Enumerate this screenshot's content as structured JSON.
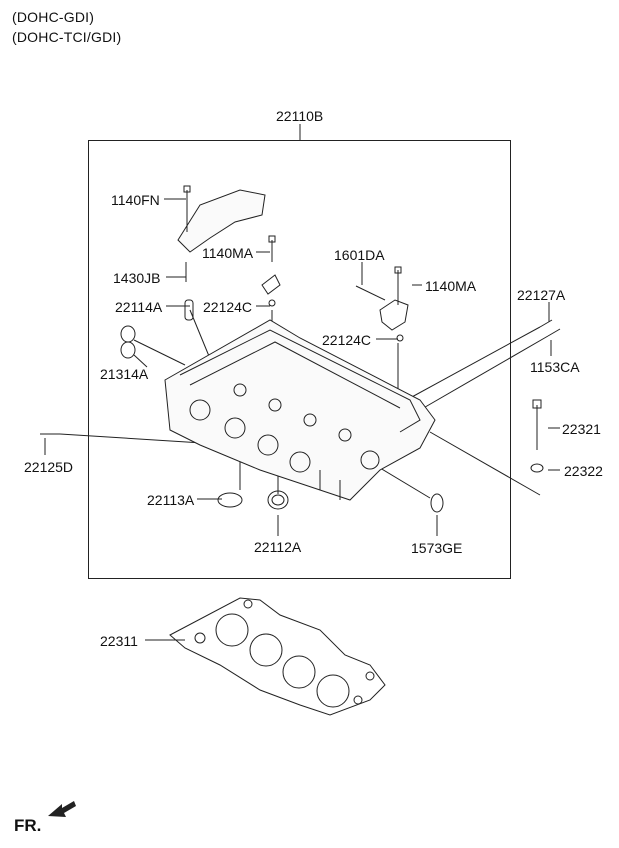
{
  "header": {
    "variants": [
      "(DOHC-GDI)",
      "(DOHC-TCI/GDI)"
    ]
  },
  "assembly_label": "22110B",
  "parts": {
    "p1140FN": "1140FN",
    "p1140MA_left": "1140MA",
    "p1601DA": "1601DA",
    "p1140MA_right": "1140MA",
    "p1430JB": "1430JB",
    "p22114A": "22114A",
    "p22124C_top": "22124C",
    "p22127A": "22127A",
    "p22124C_mid": "22124C",
    "p1153CA": "1153CA",
    "p21314A": "21314A",
    "p22321": "22321",
    "p22125D": "22125D",
    "p22322": "22322",
    "p22113A": "22113A",
    "p22112A": "22112A",
    "p1573GE": "1573GE",
    "p22311": "22311"
  },
  "orientation": {
    "label": "FR."
  },
  "colors": {
    "line": "#222222",
    "background": "#ffffff"
  }
}
